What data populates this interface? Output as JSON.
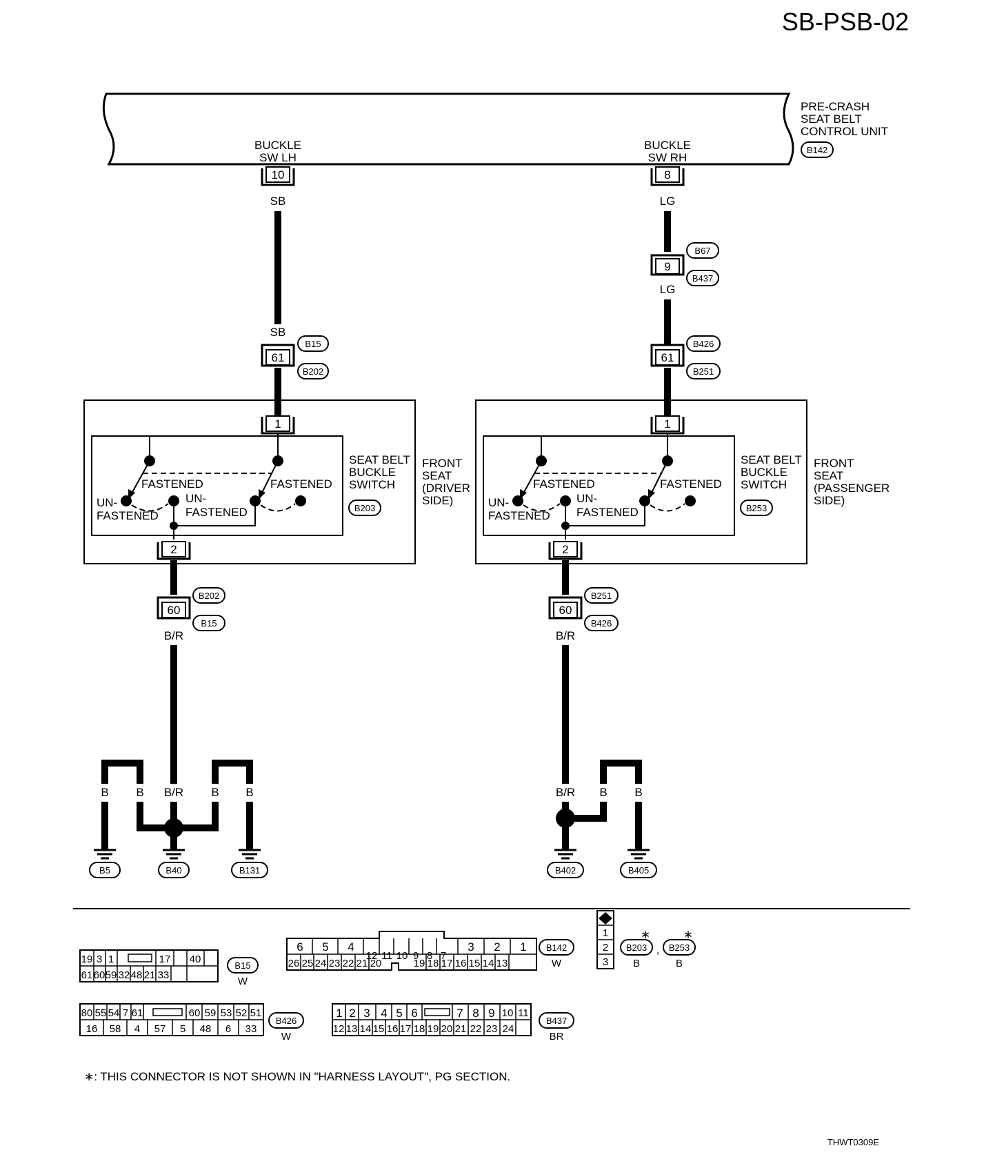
{
  "page_id": "SB-PSB-02",
  "figure_code": "THWT0309E",
  "footnote": "∗: THIS CONNECTOR IS NOT SHOWN IN \"HARNESS LAYOUT\", PG SECTION.",
  "control_unit": {
    "name_lines": [
      "PRE-CRASH",
      "SEAT BELT",
      "CONTROL UNIT"
    ],
    "connector": "B142",
    "left_terminal": {
      "label_lines": [
        "BUCKLE",
        "SW LH"
      ],
      "pin": "10"
    },
    "right_terminal": {
      "label_lines": [
        "BUCKLE",
        "SW RH"
      ],
      "pin": "8"
    }
  },
  "left_circuit": {
    "wire_top": "SB",
    "wire_top_2": "SB",
    "joint_pin": "61",
    "joint_conn_a": "B15",
    "joint_conn_b": "B202",
    "seat_pin_top": "1",
    "seat_pin_bottom": "2",
    "switch_lines": [
      "SEAT BELT",
      "BUCKLE",
      "SWITCH"
    ],
    "switch_conn": "B203",
    "seat_lines": [
      "FRONT",
      "SEAT",
      "(DRIVER",
      " SIDE)"
    ],
    "fastened": "FASTENED",
    "fastened_2": "FASTENED",
    "unfastened_a": "UN-",
    "unfastened_b": "FASTENED",
    "unfastened_c": "UN-",
    "unfastened_d": "FASTENED",
    "lower_pin": "60",
    "lower_conn_a": "B202",
    "lower_conn_b": "B15",
    "wire_lower": "B/R",
    "ground_wires": [
      "B",
      "B",
      "B/R",
      "B",
      "B"
    ],
    "grounds": [
      "B5",
      "B40",
      "B131"
    ]
  },
  "right_circuit": {
    "wire_top": "LG",
    "mid_pin": "9",
    "mid_conn_a": "B67",
    "mid_conn_b": "B437",
    "wire_top_2": "LG",
    "joint_pin": "61",
    "joint_conn_a": "B426",
    "joint_conn_b": "B251",
    "seat_pin_top": "1",
    "seat_pin_bottom": "2",
    "switch_lines": [
      "SEAT BELT",
      "BUCKLE",
      "SWITCH"
    ],
    "switch_conn": "B253",
    "seat_lines": [
      "FRONT",
      "SEAT",
      "(PASSENGER",
      " SIDE)"
    ],
    "fastened": "FASTENED",
    "fastened_2": "FASTENED",
    "unfastened_a": "UN-",
    "unfastened_b": "FASTENED",
    "unfastened_c": "UN-",
    "unfastened_d": "FASTENED",
    "lower_pin": "60",
    "lower_conn_a": "B251",
    "lower_conn_b": "B426",
    "wire_lower": "B/R",
    "ground_wires": [
      "B/R",
      "B",
      "B"
    ],
    "grounds": [
      "B402",
      "B405"
    ]
  },
  "connectors": {
    "b15": {
      "id": "B15",
      "color": "W",
      "row1": [
        "19",
        "3",
        "1",
        "",
        "17",
        "",
        "40",
        ""
      ],
      "row2": [
        "61",
        "60",
        "59",
        "32",
        "48",
        "21",
        "33",
        "",
        ""
      ]
    },
    "b142": {
      "id": "B142",
      "color": "W",
      "big": [
        "6",
        "5",
        "4",
        "3",
        "2",
        "1"
      ],
      "mid_top": [
        "12",
        "11",
        "10",
        "9",
        "8",
        "7"
      ],
      "row2_left": [
        "26",
        "25",
        "24",
        "23",
        "22",
        "21",
        "20"
      ],
      "row2_right": [
        "19",
        "18",
        "17",
        "16",
        "15",
        "14",
        "13"
      ]
    },
    "b203": {
      "ids": [
        "B203",
        "B253"
      ],
      "colors": [
        "B",
        "B"
      ],
      "star": "∗",
      "pins": [
        "1",
        "2",
        "3"
      ]
    },
    "b426": {
      "id": "B426",
      "color": "W",
      "row1": [
        "80",
        "55",
        "54",
        "7",
        "61",
        "",
        "60",
        "59",
        "53",
        "52",
        "51"
      ],
      "row2": [
        "16",
        "58",
        "4",
        "57",
        "5",
        "48",
        "6",
        "33"
      ]
    },
    "b437": {
      "id": "B437",
      "color": "BR",
      "row1": [
        "1",
        "2",
        "3",
        "4",
        "5",
        "6",
        "",
        "7",
        "8",
        "9",
        "10",
        "11"
      ],
      "row2": [
        "12",
        "13",
        "14",
        "15",
        "16",
        "17",
        "18",
        "19",
        "20",
        "21",
        "22",
        "23",
        "24"
      ]
    }
  }
}
